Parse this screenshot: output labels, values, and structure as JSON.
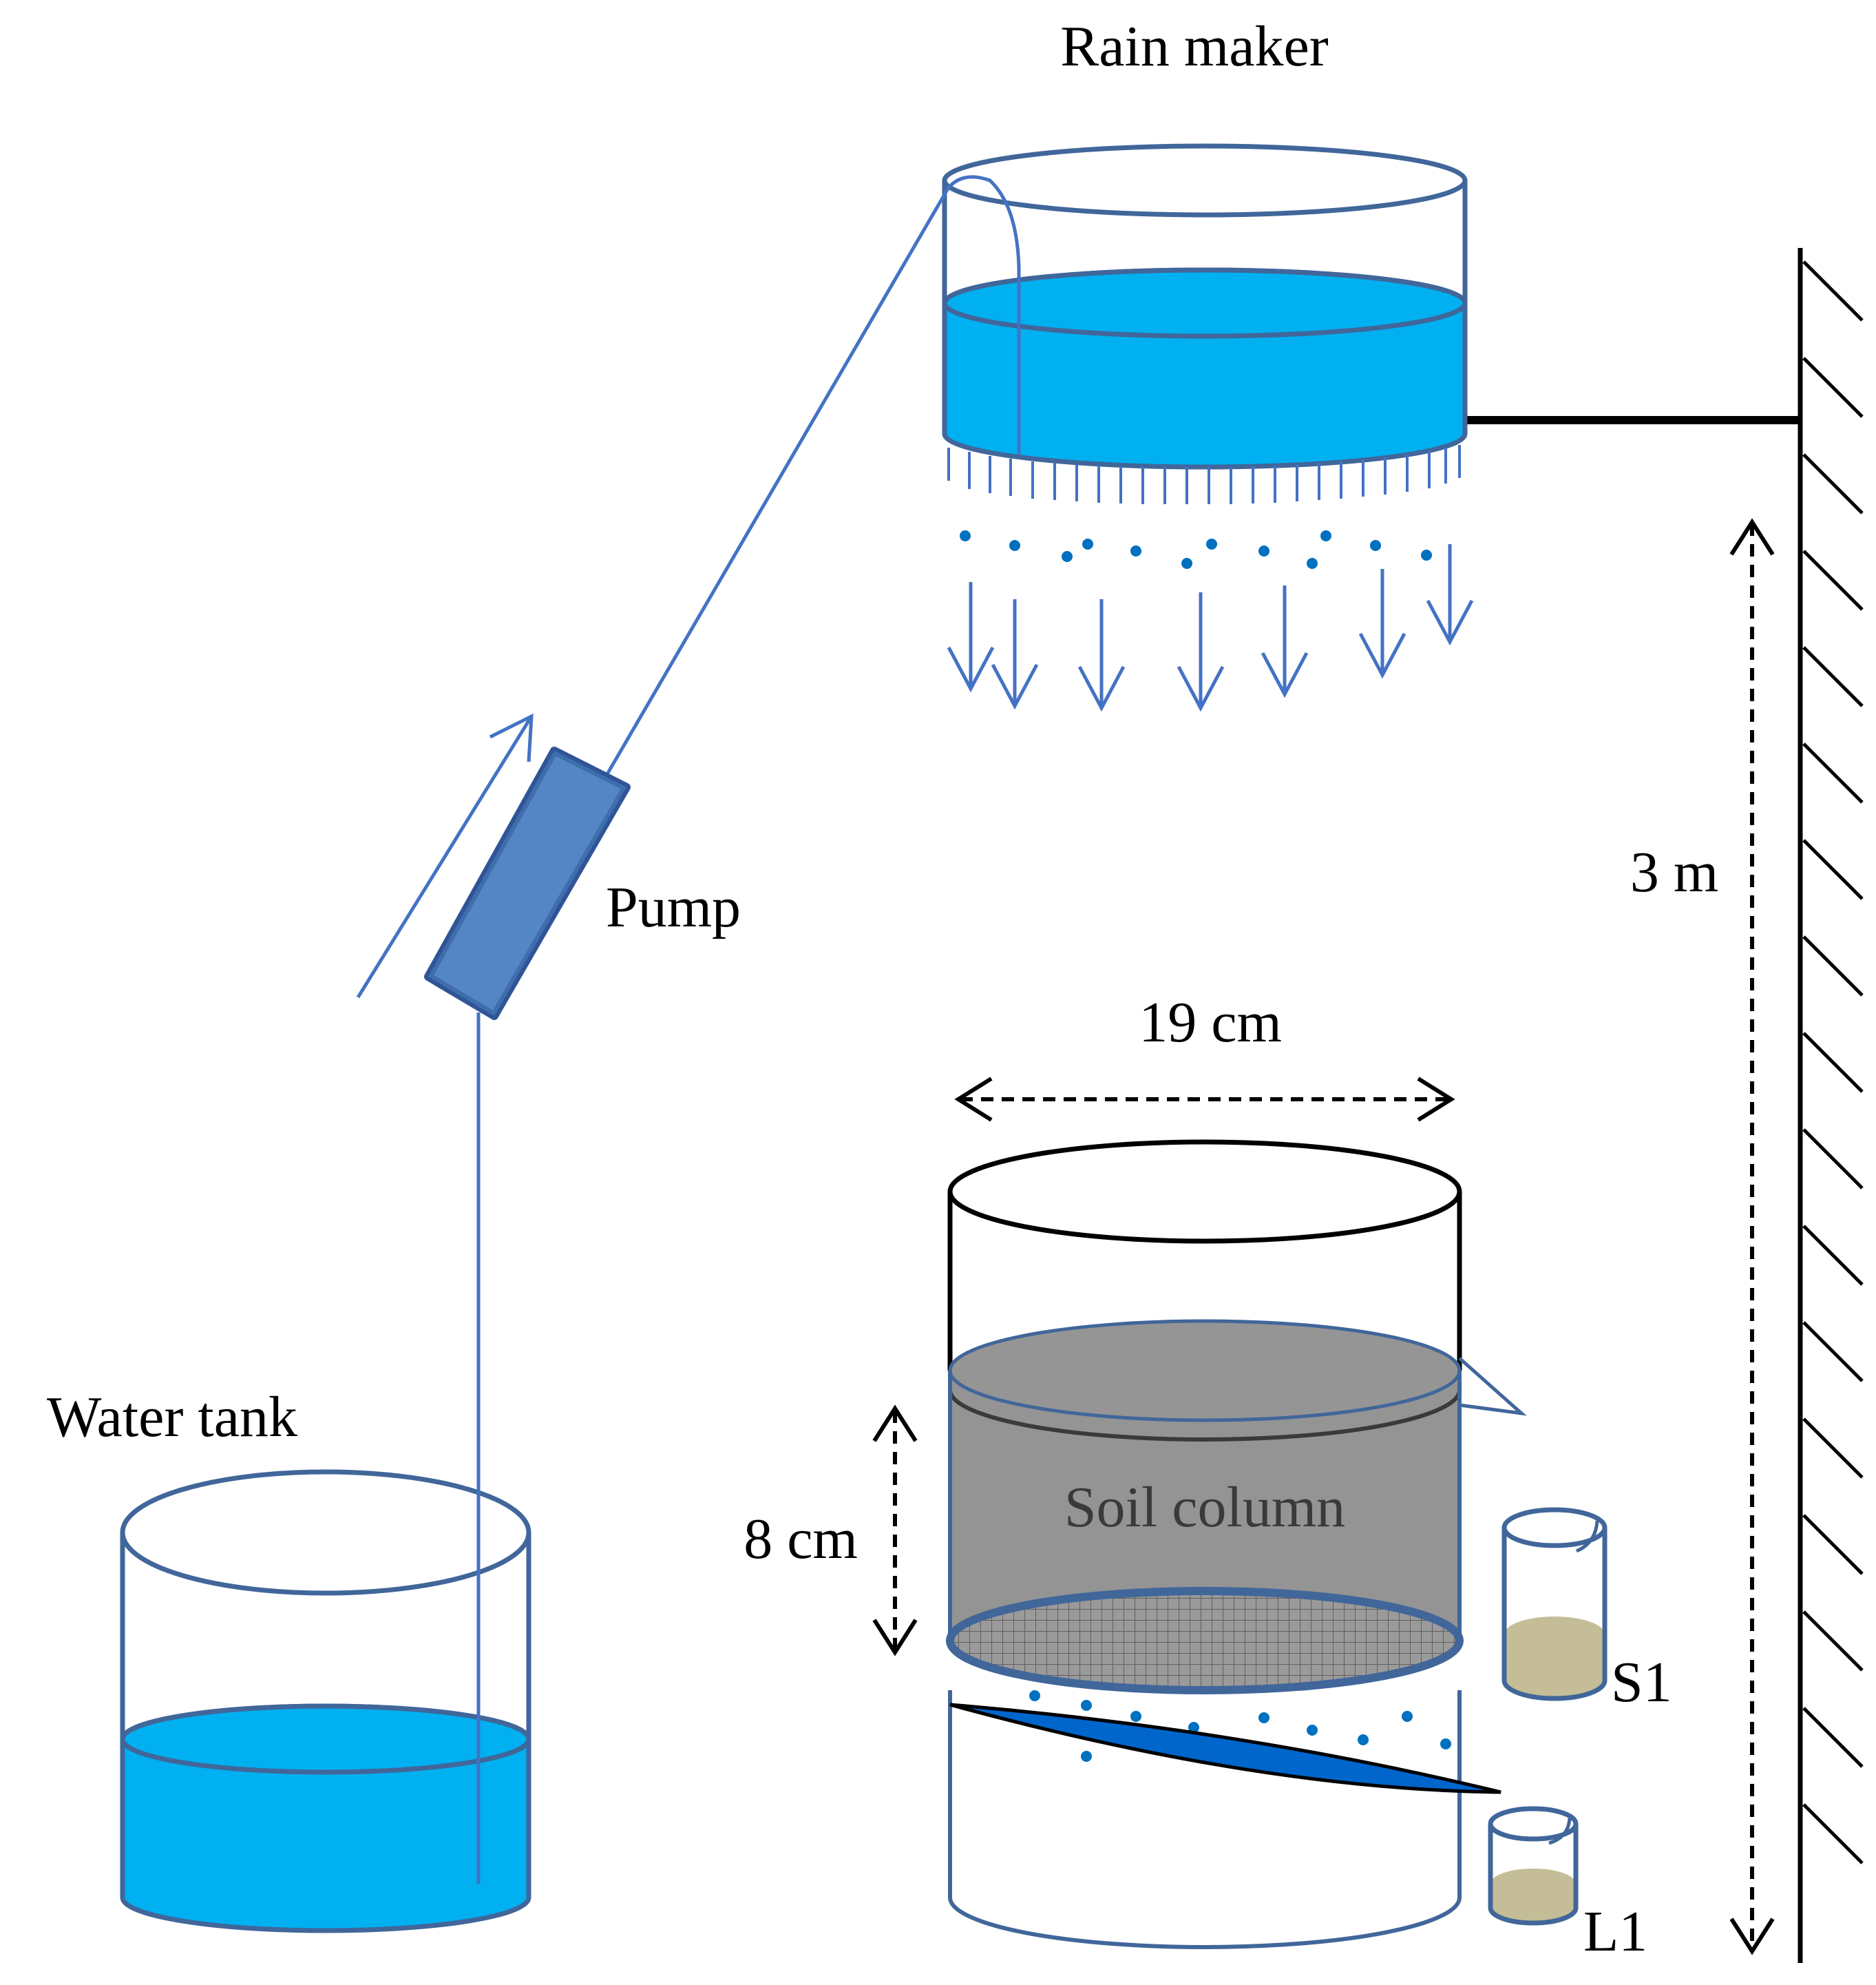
{
  "labels": {
    "rain_maker": "Rain maker",
    "pump": "Pump",
    "water_tank": "Water tank",
    "soil_column": "Soil column",
    "width": "19 cm",
    "depth": "8 cm",
    "height": "3 m",
    "sample_surface": "S1",
    "sample_leachate": "L1"
  },
  "colors": {
    "water": "#00B0F0",
    "outline": "#41669A",
    "line": "#4472C4",
    "pump": "#4F81BD",
    "soil": "#949494",
    "runoff": "#0066CC",
    "sample": "#C4BD97"
  }
}
